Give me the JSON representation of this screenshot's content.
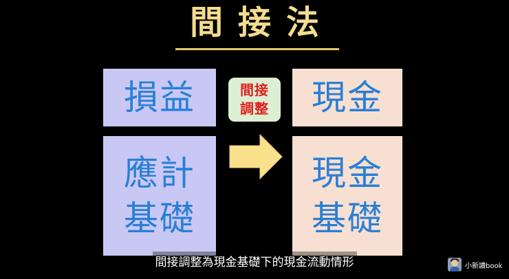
{
  "title": "間接法",
  "left_column": {
    "top_box": {
      "label": "損益"
    },
    "bottom_box": {
      "line1": "應計",
      "line2": "基礎"
    }
  },
  "middle": {
    "badge": {
      "line1": "間接",
      "line2": "調整"
    },
    "arrow_icon": "right-arrow-icon"
  },
  "right_column": {
    "top_box": {
      "label": "現金"
    },
    "bottom_box": {
      "line1": "現金",
      "line2": "基礎"
    }
  },
  "caption": "間接調整為現金基礎下的現金流動情形",
  "watermark": {
    "text": "小新讀book",
    "logo_icon": "avatar-icon"
  },
  "colors": {
    "background": "#000000",
    "title": "#f3dc8f",
    "left_box": "#c9c8f5",
    "right_box": "#f7e0d2",
    "box_text": "#2a7fd6",
    "badge_bg": "#dcefd2",
    "badge_text": "#e21f1f",
    "arrow": "#fbe08c"
  }
}
